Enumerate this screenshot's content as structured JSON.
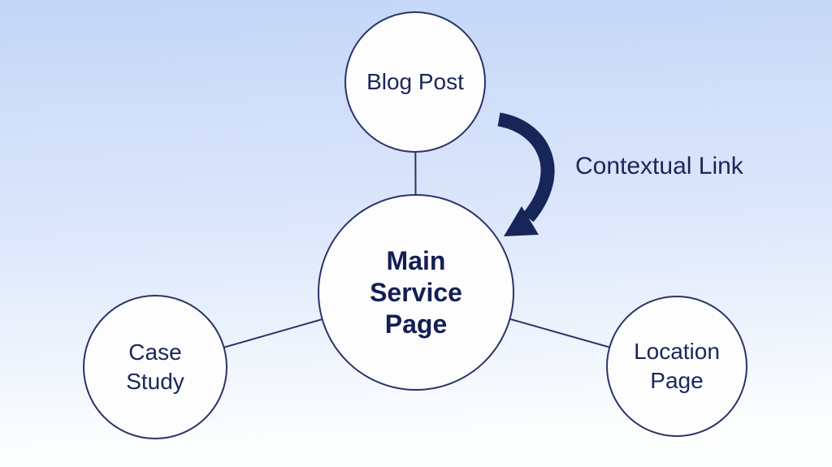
{
  "theme": {
    "bg_top": "#c3d6f7",
    "bg_mid": "#dde7fb",
    "bg_bottom": "#fdfefe",
    "node_fill": "#fdfdfe",
    "node_border": "#2a3468",
    "node_text": "#1b2658",
    "main_text": "#131f55",
    "connector": "#2a3468",
    "arrow": "#172559",
    "annotation_text": "#1b2658"
  },
  "nodes": {
    "blog_post": {
      "label": "Blog Post",
      "lines": [
        "Blog Post"
      ]
    },
    "main_service_page": {
      "label": "Main Service Page",
      "lines": [
        "Main",
        "Service",
        "Page"
      ]
    },
    "case_study": {
      "label": "Case Study",
      "lines": [
        "Case",
        "Study"
      ]
    },
    "location_page": {
      "label": "Location Page",
      "lines": [
        "Location",
        "Page"
      ]
    }
  },
  "annotation": {
    "label": "Contextual Link"
  }
}
